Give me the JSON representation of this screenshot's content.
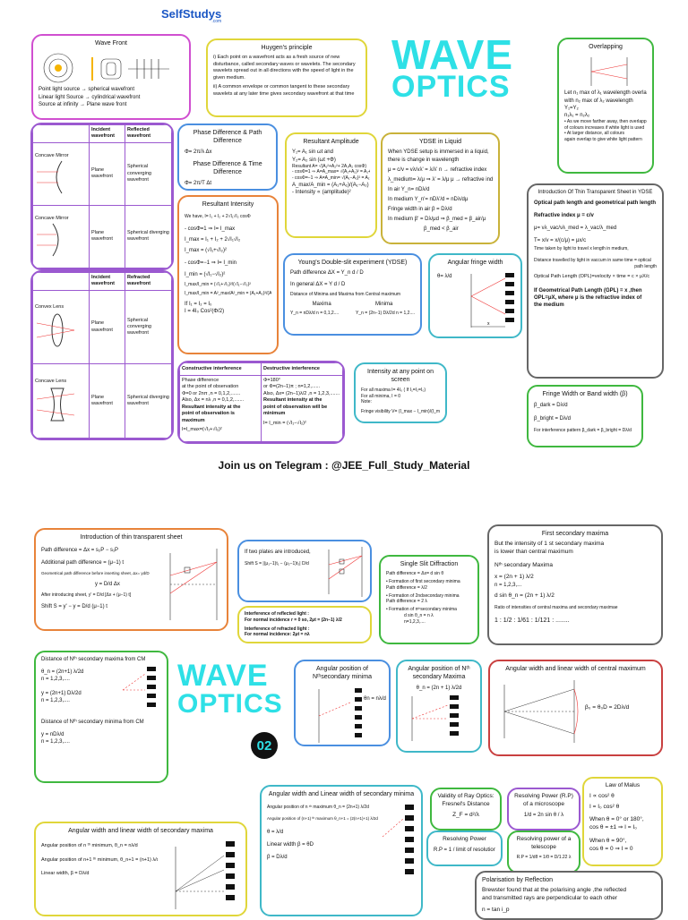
{
  "header": {
    "logo": "SelfStudys",
    "logo_sub": ".com"
  },
  "title1": {
    "line1": "WAVE",
    "line2": "OPTICS"
  },
  "title2": {
    "line1": "WAVE",
    "line2": "OPTICS",
    "badge": "02"
  },
  "telegram": "Join us on Telegram : @JEE_Full_Study_Material",
  "wavefront": {
    "title": "Wave Front",
    "lines": [
      "Point light source → spherical wavefront",
      "Linear light Source → cylindrical wavefront",
      "Source at infinity → Plane wave front"
    ]
  },
  "huygens": {
    "title": "Huygen's principle",
    "p1": "i) Each point on a wavefront acts as a fresh source of new disturbance, called secondary waves or wavelets. The secondary wavelets spread out in all directions with the speed of light in the given medium.",
    "p2": "ii) A common envelope or common tangent to these secondary wavelets at any later time gives secondary wavefront at that time"
  },
  "overlapping": {
    "title": "Overlapping",
    "lines": [
      "Let n₁ max of λ₁ wavelength overlaps",
      "with n₂ max of λ₂ wavelength",
      "Y₁=Y₂",
      "n₁λ₁ = n₂λ₂",
      "• As we move farther away, then overlapping",
      "of colours increases if white light is used",
      "• At larger distance, all colours",
      "again overlap to give white light pattern"
    ]
  },
  "mirrors": {
    "headers": [
      "Incident wavefront",
      "Reflected wavefront"
    ],
    "rows": [
      {
        "label": "Concave Mirror",
        "incident": "Plane wavefront",
        "reflected": "Spherical converging wavefront"
      },
      {
        "label": "Concave Mirror",
        "incident": "Plane wavefront",
        "reflected": "Spherical diverging wavefront"
      }
    ]
  },
  "lenses": {
    "headers": [
      "Incident wavefront",
      "Refracted wavefront"
    ],
    "rows": [
      {
        "label": "Convex Lens",
        "incident": "Plane wavefront",
        "reflected": "Spherical converging wavefront"
      },
      {
        "label": "Concave Lens",
        "incident": "Plane wavefront",
        "reflected": "Spherical diverging wavefront"
      }
    ]
  },
  "phase": {
    "title1": "Phase Difference & Path Difference",
    "f1": "Φ= 2π/λ Δx",
    "title2": "Phase Difference & Time Difference",
    "f2": "Φ= 2π/T Δt"
  },
  "resultant_amp": {
    "title": "Resultant Amplitude",
    "lines": [
      "Y₁= A₁ sin ωt and",
      "Y₂= A₂ sin (ωt +Φ)",
      "Resultant A= √(A₁²+A₂²+ 2A₁A₂ cosΦ)",
      "- cosΦ=1 ⇒ A=A_max= √(A₁+A₂)² = A₁+A₂",
      "- cosΦ=−1 ⇒ A=A_min= √(A₁−A₂)² = A₁−A₂",
      "A_max/A_min = (A₁+A₂)/(A₁−A₂)",
      "- Intensity ∝ (amplitude)²"
    ]
  },
  "ydse_liquid": {
    "title": "YDSE in Liquid",
    "lines": [
      "When YDSE setup is immersed in a liquid,",
      "there is change in wavelength",
      "μ = c/v = vλ/vλ' = λ/λ'    n → refractive index",
      "λ_medium= λ/μ  ⇒ λ' = λ/μ    μ → refractive index",
      "In air Y_n= nDλ/d",
      "In medium Y_n'= nDλ'/d = nDλ/dμ",
      "Fringe width in air β = Dλ/d",
      "In medium β' = Dλ/μd  ⇒  β_med = β_air/μ",
      "β_med < β_air"
    ]
  },
  "intensity": {
    "title": "Resultant Intensity",
    "lines": [
      "We have, I= I₁ + I₂ + 2√I₁√I₂ cosΦ",
      "- cosΦ=1 ⇒ I= I_max",
      "I_max = I₁ + I₂ + 2√I₁√I₂",
      "I_max = (√I₁+√I₂)²",
      "- cosΦ=−1 ⇒ I= I_min",
      "I_min = (√I₁−√I₂)²",
      "I_max/I_min = (√I₁+√I₂)²/(√I₁−√I₂)²",
      "I_max/I_min = A²_max/A²_min = (A₁+A₂)²/(A₁−A₂)²",
      "If I₁ = I₂ = I₀",
      "I = 4I₀ Cos²(Φ/2)"
    ]
  },
  "ydse": {
    "title": "Young's Double-slit experiment (YDSE)",
    "lines": [
      "Path difference ΔX = Y_n d / D",
      "In general ΔX = Y d / D",
      "Distance of Minima and Maxima from Central maximum"
    ],
    "maxima_label": "Maxima",
    "minima_label": "Minima",
    "maxima": "Y_n = nDλ/d   n = 0,1,2....",
    "minima": "Y_n = (2n−1) Dλ/2d   n = 1,2...."
  },
  "angular_fringe": {
    "title": "Angular fringe width",
    "formula": "θ= λ/d",
    "axis": "x"
  },
  "interference": {
    "headers": [
      "Constructive interference",
      "Destructive interference"
    ],
    "constructive": [
      "Phase difference",
      "at the point of observation",
      "Φ=0 or 2nπ ,n = 0,1,2,.......",
      "Also, Δx = nλ ,n = 0,1,2,.......",
      "Resultant intensity at the",
      "point of observation is",
      "maximum",
      "I=I_max=(√I₁+√I₂)²"
    ],
    "destructive": [
      "Φ=180°",
      "or Φ=(2n−1)π ; n=1,2,......",
      "Also, Δx= (2n−1)λ/2 ,n = 1,2,3,.......",
      "Resultant intensity at the",
      "point of observation will be",
      "minimum",
      "I= I_min = (√I₁−√I₂)²"
    ]
  },
  "intensity_point": {
    "title": "Intensity at any point on screen",
    "lines": [
      "For all maxima I= 4I₀ ( If I₁=I₂=I₀)",
      "For all minima, I = 0",
      "Note:",
      "Fringe visibility  V= (I_max − I_min)/(I_max + I_min)"
    ]
  },
  "thin_sheet": {
    "title": "Introduction Of Thin Transparent Sheet in YDSE",
    "lines": [
      "Optical path length and geometrical path length",
      "Refractive index μ = c/v",
      "μ= νλ_vac/νλ_med = λ_vac/λ_med",
      "T= x/v = x/(c/μ) = μx/c",
      "Time taken by light to travel x length in medium,",
      "Distance travelled by light in vaccum in same time = optical",
      "path length",
      "Optical Path Length (OPL)=velocity × time = c × μX/c",
      "If Geometrical Path Length (GPL) = x ,then",
      "OPL=μX, where μ is the refractive index of",
      "the medium"
    ]
  },
  "fringe_width": {
    "title": "Fringe Width or Band width (β)",
    "lines": [
      "β_dark = Dλ/d",
      "β_bright = Dλ/d",
      "For interference pattern β_dark = β_bright = Dλ/d"
    ]
  },
  "thin_sheet2": {
    "title": "Introduction of thin transparent sheet",
    "lines": [
      "Path difference = Δx = s₂P − s₁P",
      "Additional path difference = (μ−1) t",
      "Geometrical path difference before inserting sheet, Δx= yd/D",
      "y = D/d Δx",
      "After introducing sheet, y' = D/d [Δx + (μ−1) t]",
      "Shift S = y' − y = D/d (μ−1) t"
    ]
  },
  "two_plates": {
    "lines": [
      "If two plates are introduced,",
      "Shift S = |(μ₁−1)t₁ − (μ₂−1)t₂| D/d"
    ]
  },
  "refracted_light": {
    "lines": [
      "Interference of reflected light :",
      "For normal incidence r = 0 so, 2μt = (2n−1) λ/2",
      "Interference of refracted light :",
      "For normal incidence: 2μt = nλ"
    ]
  },
  "single_slit": {
    "title": "Single Slit Diffraction",
    "lines": [
      "Path difference = Δx= d sin θ",
      "• Formation of first secondary minima",
      "Path difference = λ/2",
      "• Formation of 2ndsecondary minima",
      "Path difference = 2 λ",
      "• Formation of nᵗʰsecondary minima",
      "d sin θ_n = n λ",
      "n=1,2,3,...."
    ]
  },
  "first_secondary": {
    "title": "First secondary maxima",
    "lines": [
      "But the intensity of 1 st secondary maxima",
      "is lower than central maximum",
      "Nᵗʰ secondary Maxima",
      "x = (2n + 1) λ/2",
      "n = 1,2,3,...",
      "d sin θ_n = (2n + 1) λ/2",
      "Ratio of intensities of central maxima and secondary maximae",
      "1 : 1/2 : 1/61 : 1/121 : ........"
    ]
  },
  "nth_max_cm": {
    "title": "Distance of Nᵗʰ secondary maxima from CM",
    "lines": [
      "θ_n = (2n+1) λ/2d",
      "n = 1,2,3,....",
      "y = (2n+1) Dλ/2d",
      "n = 1,2,3,...."
    ],
    "title2": "Distance of Nᵗʰ secondary minima from CM",
    "lines2": [
      "y = nDλ/d",
      "n = 1,2,3,...."
    ]
  },
  "ang_min": {
    "title": "Angular position of Nᵗʰsecondary minima",
    "formula": "θn = nλ/d"
  },
  "ang_max": {
    "title": "Angular position of Nᵗʰ secondary Maxima",
    "formula": "θ_n = (2n + 1) λ/2d"
  },
  "central_width": {
    "title": "Angular width and linear width of central maximum",
    "formula": "β₀ = θ₀D = 2Dλ/d"
  },
  "sec_minima_width": {
    "title": "Angular width and Linear width of secondary minima",
    "lines": [
      "Angular position of n ᵗʰ maximum θ_n = (2n+1) λ/2d",
      "Angular position of (n+1) ᵗʰ maximum θ_n+1 = (2(n+1)+1) λ/2d",
      "θ = λ/d",
      "Linear width β = θD",
      "β = Dλ/d"
    ]
  },
  "sec_maxima_width": {
    "title": "Angular width and linear width of secondary maxima",
    "lines": [
      "Angular position of n ᵗʰ minimum, θ_n = nλ/d",
      "Angular position of n+1 ᵗʰ minimum, θ_n+1 = (n+1) λ/d",
      "Linear width, β = Dλ/d"
    ]
  },
  "ray_optics": {
    "title": "Validity of Ray Optics: Fresnel's Distance",
    "formula": "Z_F = d²/λ"
  },
  "resolving_micro": {
    "title": "Resolving Power (R.P) of a microscope",
    "formula": "1/d = 2n sin θ / λ"
  },
  "resolving_power": {
    "title": "Resolving Power",
    "formula": "R.P = 1 / limit of resolution"
  },
  "resolving_tele": {
    "title": "Resolving power of a telescope",
    "formula": "R.P = 1/dθ = 1/θ = D/1.22 λ"
  },
  "malus": {
    "title": "Law of Malus",
    "lines": [
      "I ∝ cos² θ",
      "I = I₀ cos² θ",
      "When θ = 0° or 180°,",
      "cos θ = ±1 ⇒ I = I₀",
      "When θ = 90°,",
      "cos θ = 0 ⇒ I = 0"
    ]
  },
  "polarisation": {
    "title": "Polarisation by Reflection",
    "lines": [
      "Brewster found that at the polarising angle ,the reflected",
      "and transmitted rays are perpendicular to each other",
      "n = tan i_p"
    ]
  }
}
